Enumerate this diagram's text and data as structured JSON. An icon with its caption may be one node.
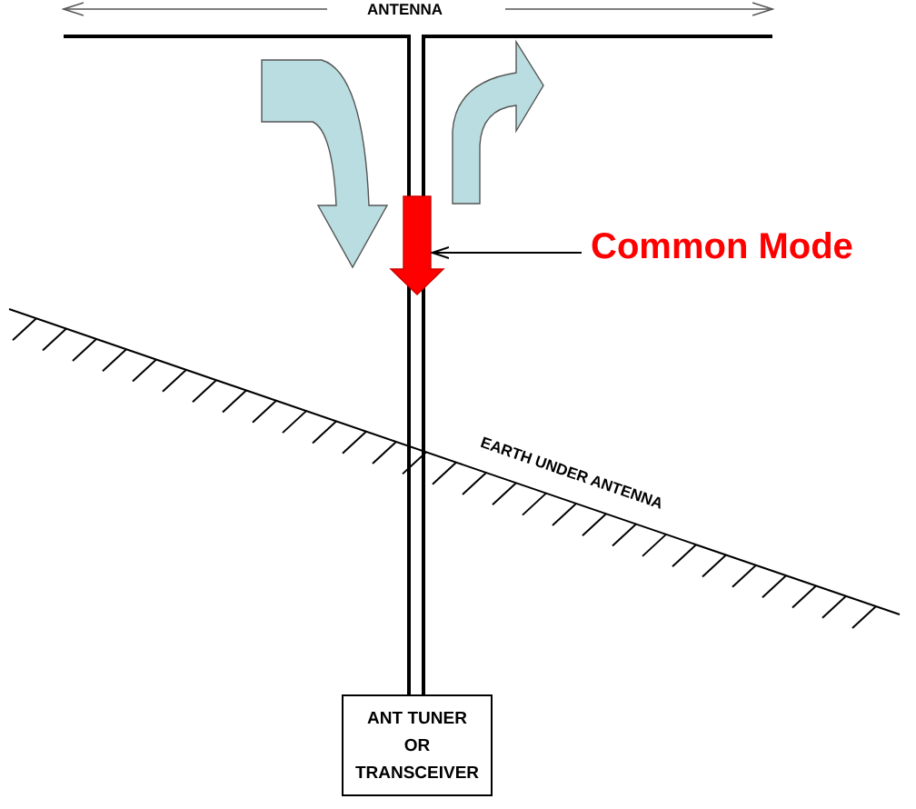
{
  "diagram": {
    "nodes": [
      {
        "text": [
          "Common Mode"
        ]
      },
      {
        "text": [],
        "shape": "arrow"
      },
      {
        "text": [
          "ANT TUNER OR TRANSCEIVER"
        ]
      }
    ],
    "edges": [
      {
        "from": 0,
        "to": 1,
        "arrow": "to"
      }
    ],
    "labels": [
      "ANTENNA",
      "EARTH UNDER ANTENNA"
    ]
  }
}
